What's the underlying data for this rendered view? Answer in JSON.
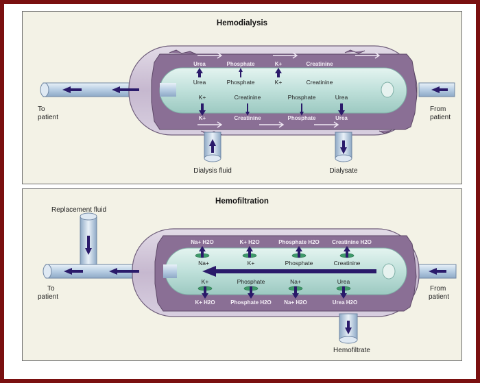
{
  "colors": {
    "border": "#7a1010",
    "panel_bg": "#f3f2e6",
    "casing": "#cfc3d6",
    "dialysate_chamber": "#8a6f95",
    "blood_tube": "#cfe9e4",
    "pipe": "#c3d7e9",
    "arrow": "#2a1a6a"
  },
  "hemodialysis": {
    "title": "Hemodialysis",
    "membrane_labels": [
      "Urea",
      "Phosphate",
      "K+",
      "Creatinine"
    ],
    "upper_blood_labels": [
      "Urea",
      "Phosphate",
      "K+",
      "Creatinine"
    ],
    "lower_blood_labels": [
      "K+",
      "Creatinine",
      "Phosphate",
      "Urea"
    ],
    "lower_membrane_labels": [
      "K+",
      "Creatinine",
      "Phosphate",
      "Urea"
    ],
    "to_patient": [
      "To",
      "patient"
    ],
    "from_patient": [
      "From",
      "patient"
    ],
    "dialysis_fluid": "Dialysis fluid",
    "dialysate": "Dialysate"
  },
  "hemofiltration": {
    "title": "Hemofiltration",
    "replacement_fluid": "Replacement fluid",
    "upper_membrane_labels": [
      "Na+ H2O",
      "K+ H2O",
      "Phosphate H2O",
      "Creatinine H2O"
    ],
    "upper_blood_labels": [
      "Na+",
      "K+",
      "Phosphate",
      "Creatinine"
    ],
    "lower_blood_labels": [
      "K+",
      "Phosphate",
      "Na+",
      "Urea"
    ],
    "lower_membrane_labels": [
      "K+ H2O",
      "Phosphate H2O",
      "Na+ H2O",
      "Urea H2O"
    ],
    "to_patient": [
      "To",
      "patient"
    ],
    "from_patient": [
      "From",
      "patient"
    ],
    "hemofiltrate": "Hemofiltrate"
  }
}
